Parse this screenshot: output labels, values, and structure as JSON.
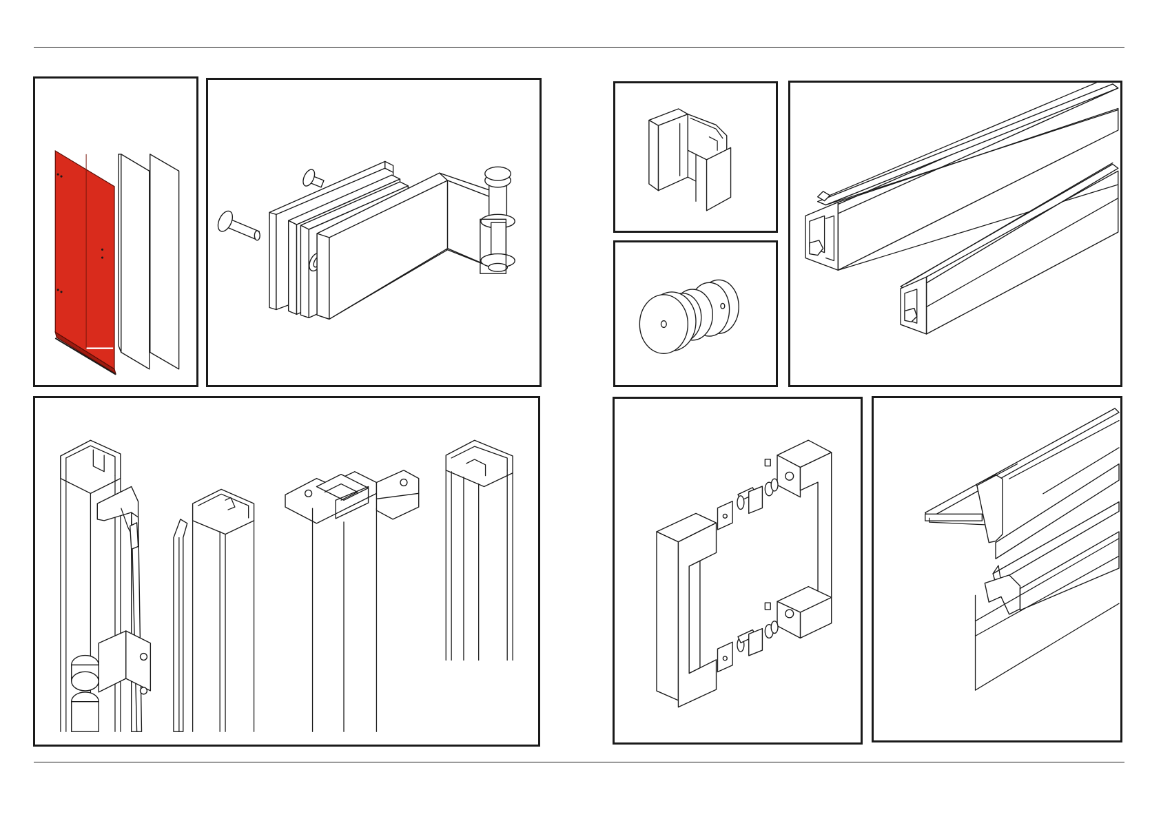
{
  "figure": {
    "panels": [
      {
        "id": "glass-panel-exploded",
        "label": ""
      },
      {
        "id": "glass-hinge-exploded",
        "label": ""
      },
      {
        "id": "vertical-profiles",
        "label": ""
      },
      {
        "id": "channel-profile",
        "label": ""
      },
      {
        "id": "knob",
        "label": ""
      },
      {
        "id": "sliding-track-profiles",
        "label": ""
      },
      {
        "id": "pull-handle-exploded",
        "label": ""
      },
      {
        "id": "top-rail-profiles",
        "label": ""
      }
    ]
  },
  "colors": {
    "line": "#1a1a1a",
    "background": "#ffffff",
    "accent_glass": "#d92b1c"
  }
}
